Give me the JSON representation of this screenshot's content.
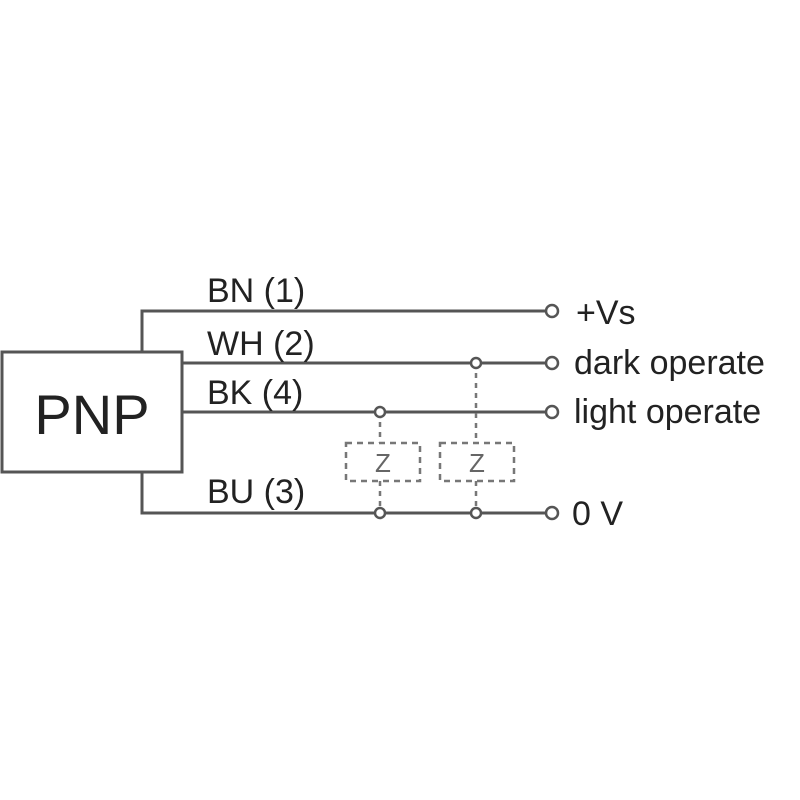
{
  "sensor": {
    "label": "PNP"
  },
  "wires": [
    {
      "id": "bn",
      "label": "BN (1)",
      "terminal": "+Vs"
    },
    {
      "id": "wh",
      "label": "WH (2)",
      "terminal": "dark operate"
    },
    {
      "id": "bk",
      "label": "BK (4)",
      "terminal": "light operate"
    },
    {
      "id": "bu",
      "label": "BU (3)",
      "terminal": "0 V"
    }
  ],
  "loads": [
    {
      "label": "Z"
    },
    {
      "label": "Z"
    }
  ],
  "colors": {
    "line": "#555555",
    "text": "#222222",
    "dashed": "#777777"
  }
}
